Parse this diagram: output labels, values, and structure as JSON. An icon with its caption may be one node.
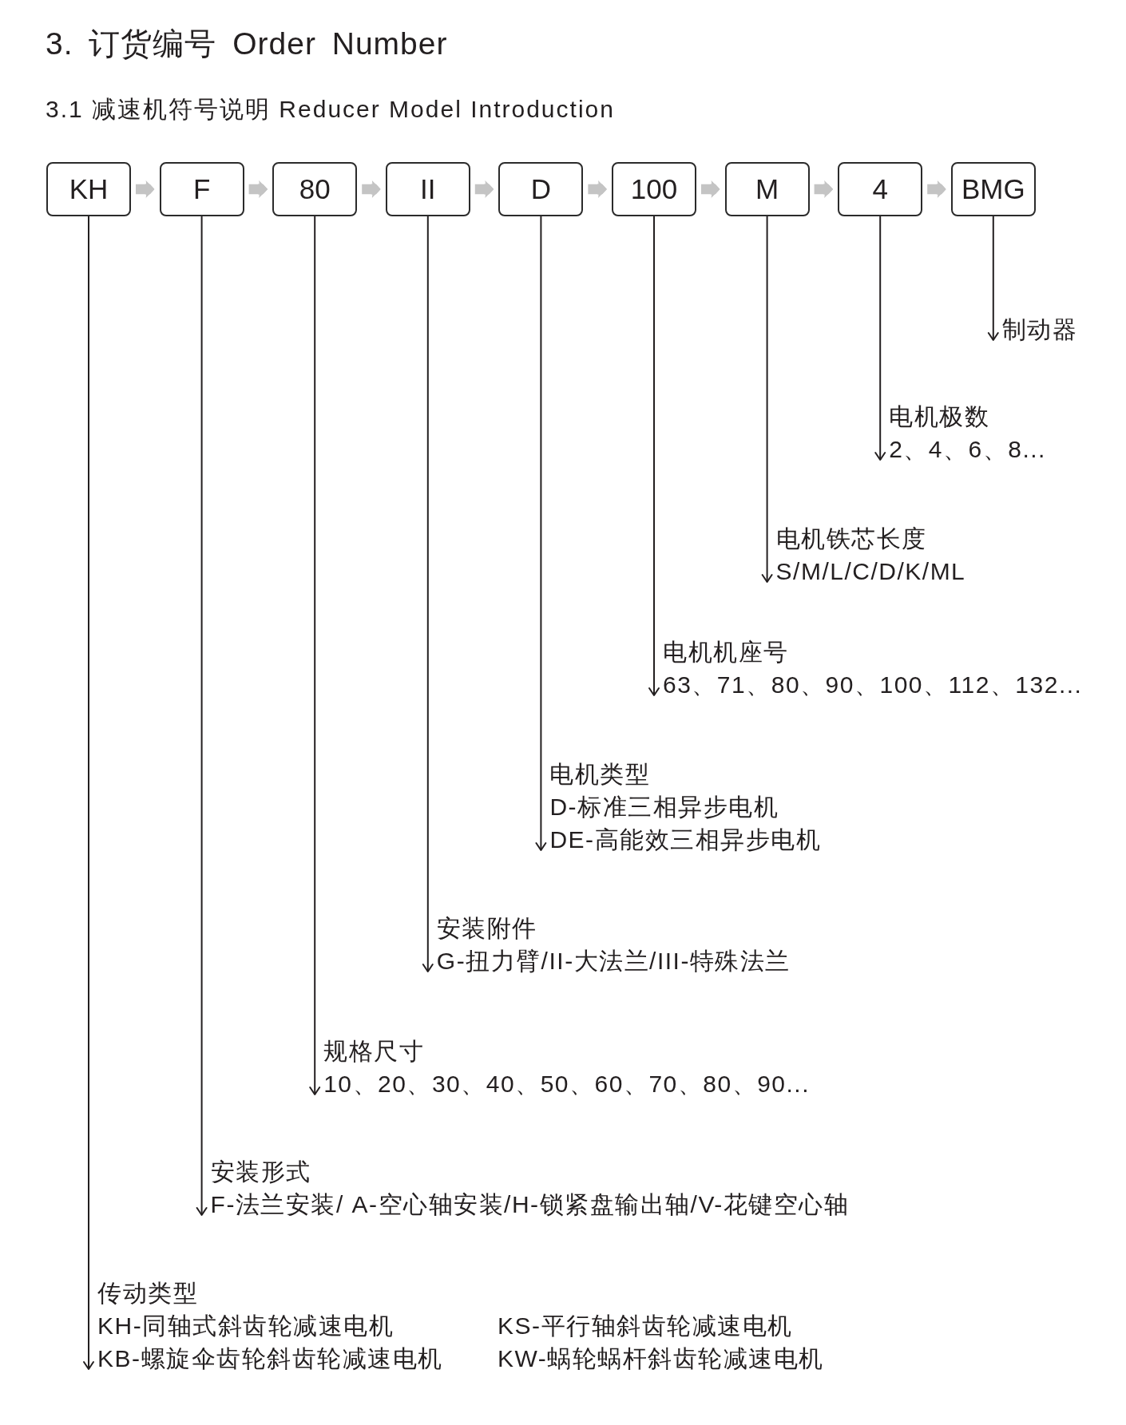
{
  "diagram": {
    "title": "3. 订货编号 Order Number",
    "nodes": [
      {
        "text": [
          "KH"
        ]
      },
      {
        "text": [
          "F"
        ]
      },
      {
        "text": [
          "80"
        ]
      },
      {
        "text": [
          "II"
        ]
      },
      {
        "text": [
          "D"
        ]
      },
      {
        "text": [
          "100"
        ]
      },
      {
        "text": [
          "M"
        ]
      },
      {
        "text": [
          "4"
        ]
      },
      {
        "text": [
          "BMG"
        ]
      },
      {
        "text": [
          "制动器"
        ]
      },
      {
        "text": [
          "电机极数",
          "2、4、6、8..."
        ]
      },
      {
        "text": [
          "电机铁芯长度",
          "S/M/L/C/D/K/ML"
        ]
      },
      {
        "text": [
          "电机机座号",
          "63、71、80、90、100、112、132..."
        ]
      },
      {
        "text": [
          "电机类型",
          "D-标准三相异步电机",
          "DE-高能效三相异步电机"
        ]
      },
      {
        "text": [
          "安装附件",
          "G-扭力臂/II-大法兰/III-特殊法兰"
        ]
      },
      {
        "text": [
          "规格尺寸",
          "10、20、30、40、50、60、70、80、90..."
        ]
      },
      {
        "text": [
          "安装形式",
          "F-法兰安装/ A-空心轴安装/H-锁紧盘输出轴/V-花键空心轴"
        ]
      },
      {
        "text": [
          "传动类型",
          "KH-同轴式斜齿轮减速电机",
          "KS-平行轴斜齿轮减速电机",
          "KB-螺旋伞齿轮斜齿轮减速电机",
          "KW-蜗轮蜗杆斜齿轮减速电机"
        ]
      }
    ],
    "edges": [
      {
        "from": 0,
        "to": 1,
        "arrow": "to",
        "style": "thick",
        "color": "#c4c4c4"
      },
      {
        "from": 1,
        "to": 2,
        "arrow": "to",
        "style": "thick",
        "color": "#c4c4c4"
      },
      {
        "from": 2,
        "to": 3,
        "arrow": "to",
        "style": "thick",
        "color": "#c4c4c4"
      },
      {
        "from": 3,
        "to": 4,
        "arrow": "to",
        "style": "thick",
        "color": "#c4c4c4"
      },
      {
        "from": 4,
        "to": 5,
        "arrow": "to",
        "style": "thick",
        "color": "#c4c4c4"
      },
      {
        "from": 5,
        "to": 6,
        "arrow": "to",
        "style": "thick",
        "color": "#c4c4c4"
      },
      {
        "from": 6,
        "to": 7,
        "arrow": "to",
        "style": "thick",
        "color": "#c4c4c4"
      },
      {
        "from": 7,
        "to": 8,
        "arrow": "to",
        "style": "thick",
        "color": "#c4c4c4"
      },
      {
        "from": 0,
        "to": 17,
        "arrow": "to"
      },
      {
        "from": 1,
        "to": 16,
        "arrow": "to"
      },
      {
        "from": 2,
        "to": 15,
        "arrow": "to"
      },
      {
        "from": 3,
        "to": 14,
        "arrow": "to"
      },
      {
        "from": 4,
        "to": 13,
        "arrow": "to"
      },
      {
        "from": 5,
        "to": 12,
        "arrow": "to"
      },
      {
        "from": 6,
        "to": 11,
        "arrow": "to"
      },
      {
        "from": 7,
        "to": 10,
        "arrow": "to"
      },
      {
        "from": 8,
        "to": 9,
        "arrow": "to"
      }
    ],
    "labels": [
      "3.1 减速机符号说明 Reducer Model Introduction"
    ]
  }
}
